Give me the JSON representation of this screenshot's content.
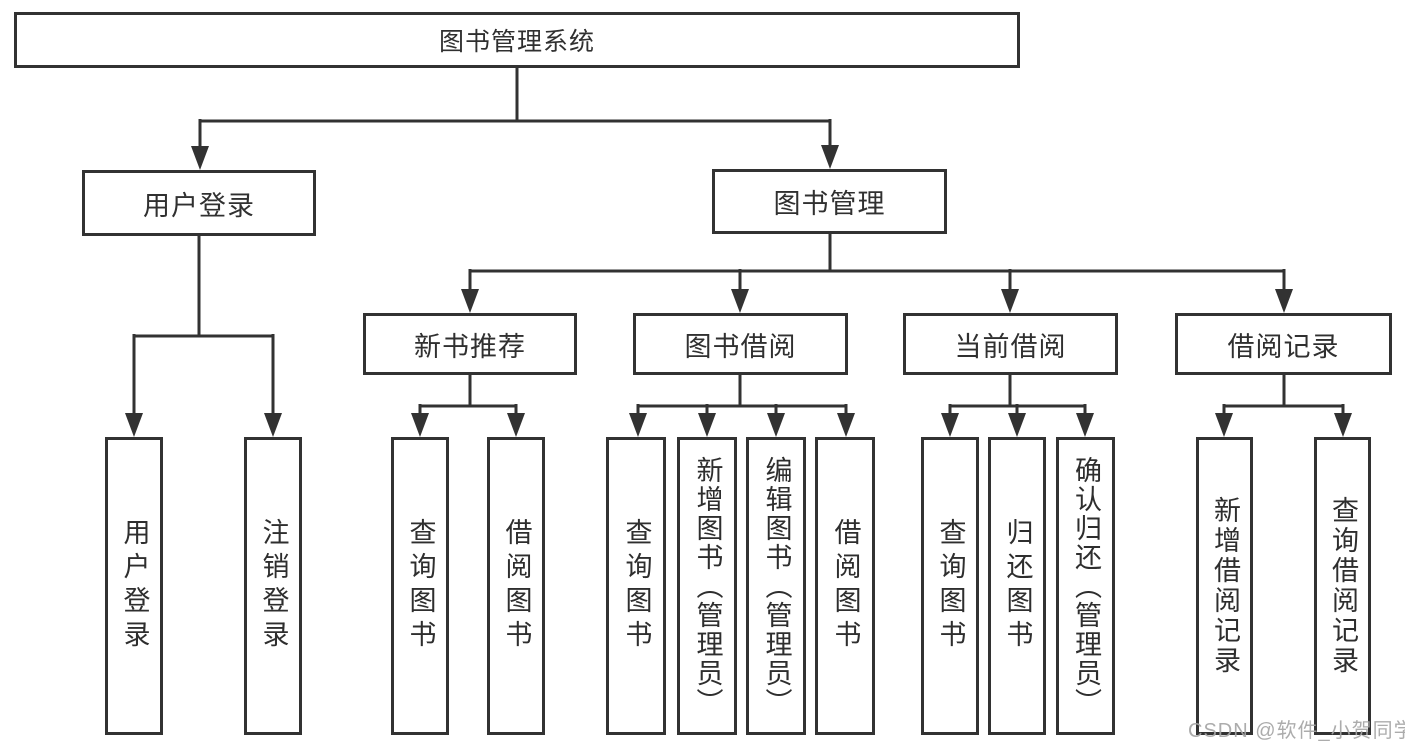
{
  "diagram": {
    "root": {
      "label": "图书管理系统"
    },
    "branches": [
      {
        "label": "用户登录",
        "leaves": [
          "用户登录",
          "注销登录"
        ]
      },
      {
        "label": "图书管理",
        "groups": [
          {
            "label": "新书推荐",
            "leaves": [
              "查询图书",
              "借阅图书"
            ]
          },
          {
            "label": "图书借阅",
            "leaves": [
              "查询图书",
              "新增图书（管理员）",
              "编辑图书（管理员）",
              "借阅图书"
            ]
          },
          {
            "label": "当前借阅",
            "leaves": [
              "查询图书",
              "归还图书",
              "确认归还（管理员）"
            ]
          },
          {
            "label": "借阅记录",
            "leaves": [
              "新增借阅记录",
              "查询借阅记录"
            ]
          }
        ]
      }
    ]
  },
  "watermark": "CSDN @软件_小贺同学",
  "colors": {
    "line": "#323232",
    "box_border": "#323232",
    "text": "#2e2e2e",
    "watermark": "#a5a5a5",
    "background": "#ffffff"
  }
}
